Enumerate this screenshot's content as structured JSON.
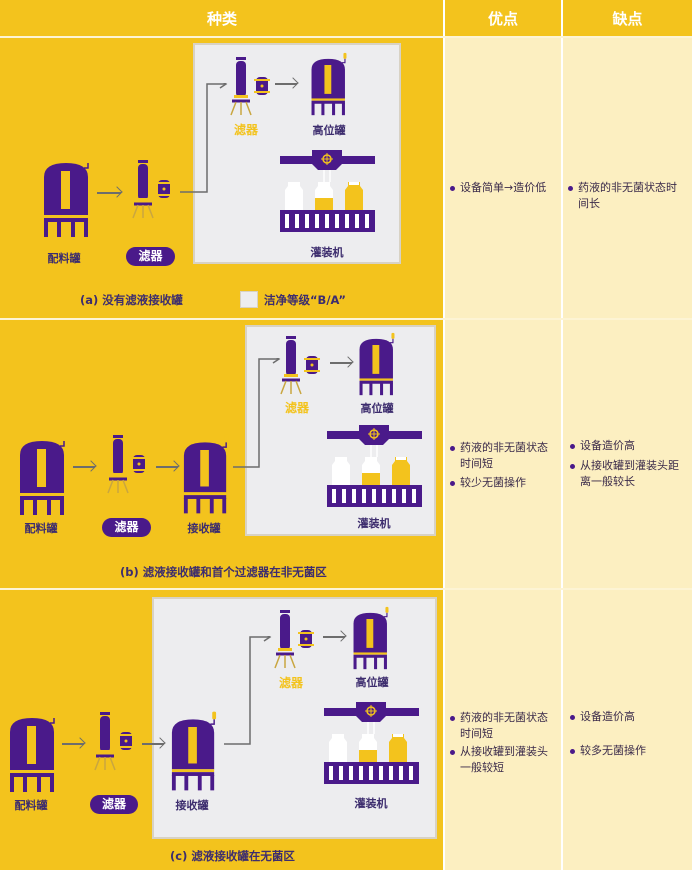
{
  "header": {
    "type": "种类",
    "pros": "优点",
    "cons": "缺点"
  },
  "labels": {
    "mix_tank": "配料罐",
    "filter": "滤器",
    "receive_tank": "接收罐",
    "high_tank": "高位罐",
    "filler": "灌装机"
  },
  "legend": {
    "clean_grade": "洁净等级“B/A”"
  },
  "colors": {
    "yellow": "#F3C31D",
    "purple": "#4A1A8A",
    "panel": "#EDEDEF",
    "cell": "#FCEFC1"
  },
  "rows": [
    {
      "caption": "(a) 没有滤液接收罐",
      "pros": [
        "设备简单→造价低"
      ],
      "cons": [
        "药液的非无菌状态时间长"
      ]
    },
    {
      "caption": "(b) 滤液接收罐和首个过滤器在非无菌区",
      "pros": [
        "药液的非无菌状态时间短",
        "较少无菌操作"
      ],
      "cons": [
        "设备造价高",
        "从接收罐到灌装头距离一般较长"
      ]
    },
    {
      "caption": "(c) 滤液接收罐在无菌区",
      "pros": [
        "药液的非无菌状态时间短",
        "从接收罐到灌装头一般较短"
      ],
      "cons": [
        "设备造价高",
        "较多无菌操作"
      ]
    }
  ]
}
